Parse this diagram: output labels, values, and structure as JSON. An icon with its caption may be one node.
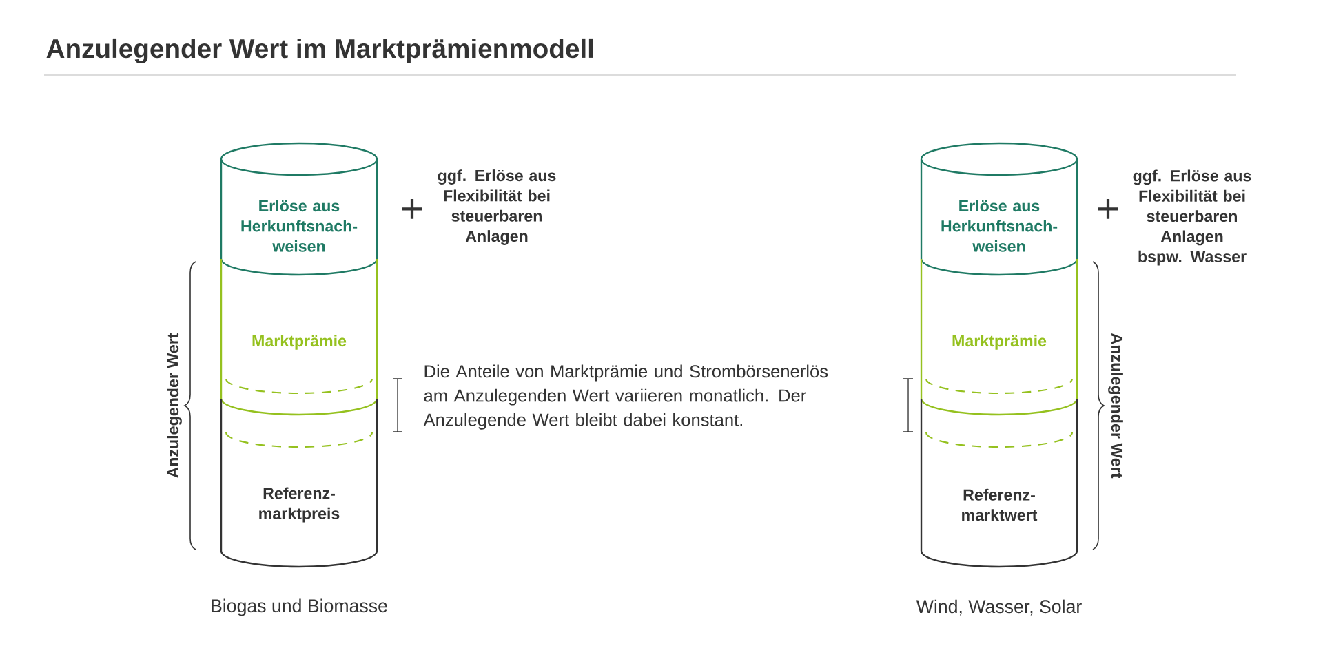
{
  "diagram": {
    "title": "Anzulegender Wert im Marktprämienmodell",
    "nodes": [
      {
        "text": [
          "Erlöse aus Herkunftsnach- weisen"
        ]
      },
      {
        "text": [
          "Marktprämie"
        ]
      },
      {
        "text": [
          "Referenz- marktpreis"
        ]
      },
      {
        "text": [
          "Erlöse aus Herkunftsnach- weisen"
        ]
      },
      {
        "text": [
          "Marktprämie"
        ]
      },
      {
        "text": [
          "Referenz- marktwert"
        ]
      }
    ],
    "edges": [],
    "labels": [
      "+",
      "ggf. Erlöse aus Flexibilität bei steuerbaren Anlagen",
      "Anzulegender Wert",
      "Die Anteile von Marktprämie und Strombörsenerlös am Anzulegenden Wert variieren monatlich. Der Anzulegende Wert bleibt dabei konstant.",
      "Biogas und Biomasse",
      "+",
      "ggf. Erlöse aus Flexibilität bei steuerbaren Anlagen bspw. Wasser",
      "Anzulegender Wert",
      "Wind, Wasser, Solar"
    ]
  }
}
